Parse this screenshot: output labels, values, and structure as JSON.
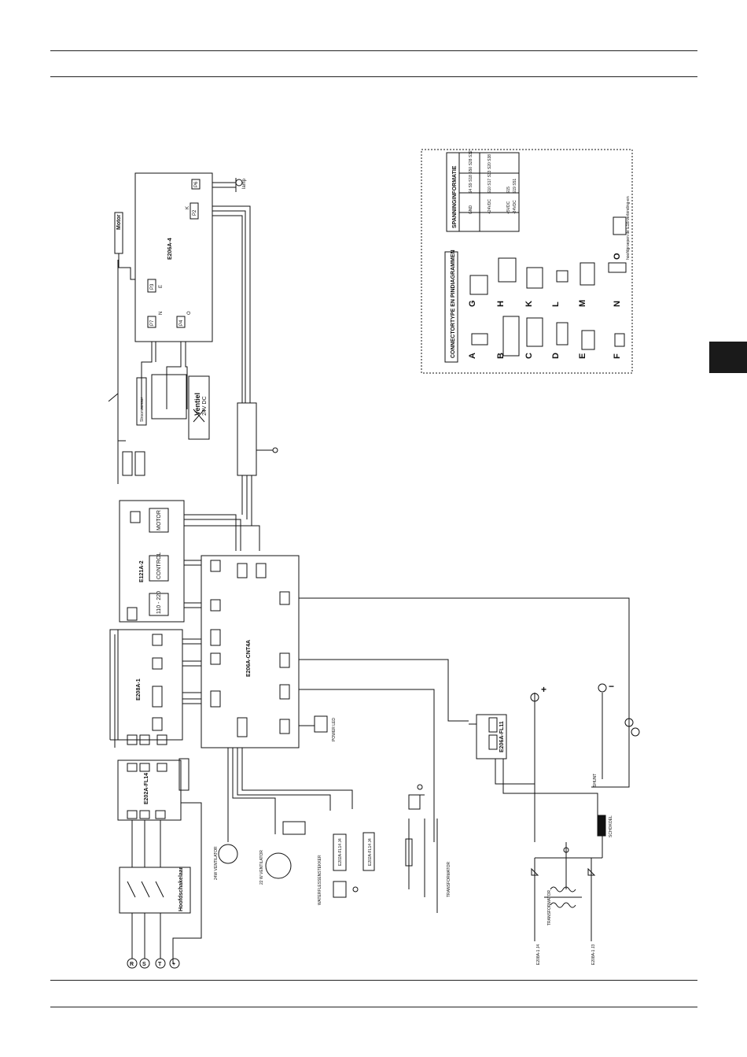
{
  "labels": {
    "motor": "Motor",
    "e206a4": "E206A-4",
    "lamp": "lamp",
    "p6": "P6",
    "p2": "P2",
    "p3": "P3",
    "p7": "P7",
    "p4": "P4",
    "k": "K",
    "e": "E",
    "n": "N",
    "o": "O",
    "hoofdschakelaar": "Hoofdschakelaar",
    "e202a_fl14": "E202A-FL14",
    "e208a_1": "E208A-1",
    "e121a_2": "E121A-2",
    "e206a_cnt4a": "E206A-CNT4A",
    "e206a_fl11": "E206A-FL11",
    "control": "CONTROL",
    "motor_conn": "MOTOR",
    "v110_220": "110 - 220",
    "ventiel": "Ventiel",
    "ventiel_sub": "24V DC",
    "stroomsensor": "Stroomsensor",
    "ventilator24": "24W VENTILATOR",
    "ventilator22": "22 W VENTILATOR",
    "pulse_led": "POWER LED",
    "water_sensor": "WATERFLESSENSTEKKER",
    "trafo": "TRANSFORMATOR",
    "shunt": "SHUNT",
    "smeltzeker": "SCHOKOEL",
    "plus": "+",
    "minus": "−",
    "e208a_fl14a": "E202A-FL14 J4",
    "e208a_fl14b": "E202A-FL14 J4",
    "e208a_j4": "E208A-1 J4",
    "e208a_j3": "E208A-1 J3",
    "mains": [
      "R",
      "S",
      "T",
      "+"
    ]
  },
  "legend_connectors": {
    "title": "CONNECTORTYPE EN PINDIAGRAMMEN",
    "letters": [
      "A",
      "B",
      "C",
      "D",
      "E",
      "F",
      "G",
      "H",
      "K",
      "L",
      "M",
      "N",
      "O"
    ],
    "footnote": "hoofdgroepen de E1B-verbinding-en"
  },
  "legend_voltage": {
    "title": "SPANNINGINFORMATIE",
    "rows": [
      {
        "name": "GND",
        "pins": "S4  S9  S18  S50  S28  S32"
      },
      {
        "name": "+24VDC",
        "pins": "S10  S17  S33  S20  S38"
      },
      {
        "name": "+5VDC",
        "pins": "S15"
      },
      {
        "name": "-24VDC",
        "pins": "S19  S51"
      }
    ]
  }
}
